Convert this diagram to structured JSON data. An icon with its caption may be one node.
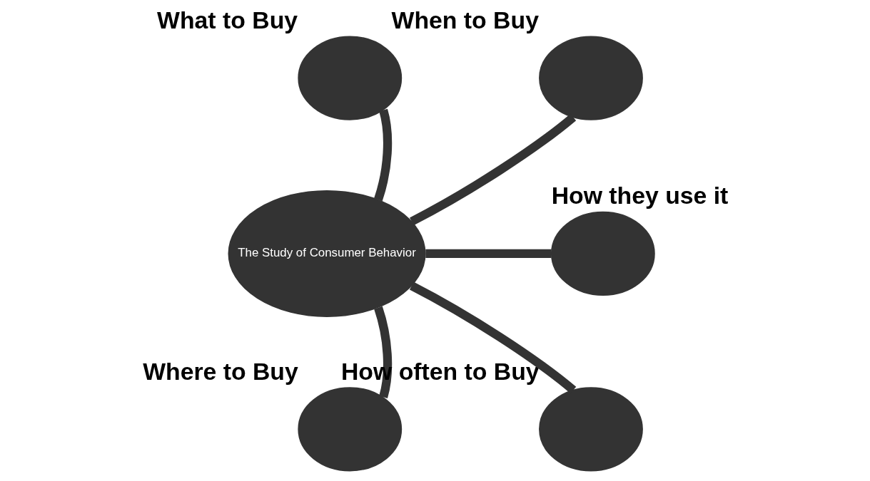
{
  "diagram": {
    "nodes": [
      {
        "text": [],
        "shape": "circle",
        "beside": [
          "What to Buy"
        ]
      },
      {
        "text": [],
        "shape": "circle",
        "beside": [
          "When to Buy"
        ]
      },
      {
        "text": [
          "The Study of Consumer Behavior"
        ]
      },
      {
        "text": [],
        "shape": "circle",
        "beside": [
          "How they use it"
        ]
      },
      {
        "text": [],
        "shape": "circle",
        "beside": [
          "Where to Buy"
        ]
      },
      {
        "text": [],
        "shape": "circle",
        "beside": [
          "How often to Buy"
        ]
      }
    ],
    "edges": [
      {
        "from": 2,
        "to": 0,
        "arrow": "none"
      },
      {
        "from": 2,
        "to": 1,
        "arrow": "none"
      },
      {
        "from": 2,
        "to": 3,
        "arrow": "none"
      },
      {
        "from": 2,
        "to": 4,
        "arrow": "none"
      },
      {
        "from": 2,
        "to": 5,
        "arrow": "none"
      }
    ]
  }
}
